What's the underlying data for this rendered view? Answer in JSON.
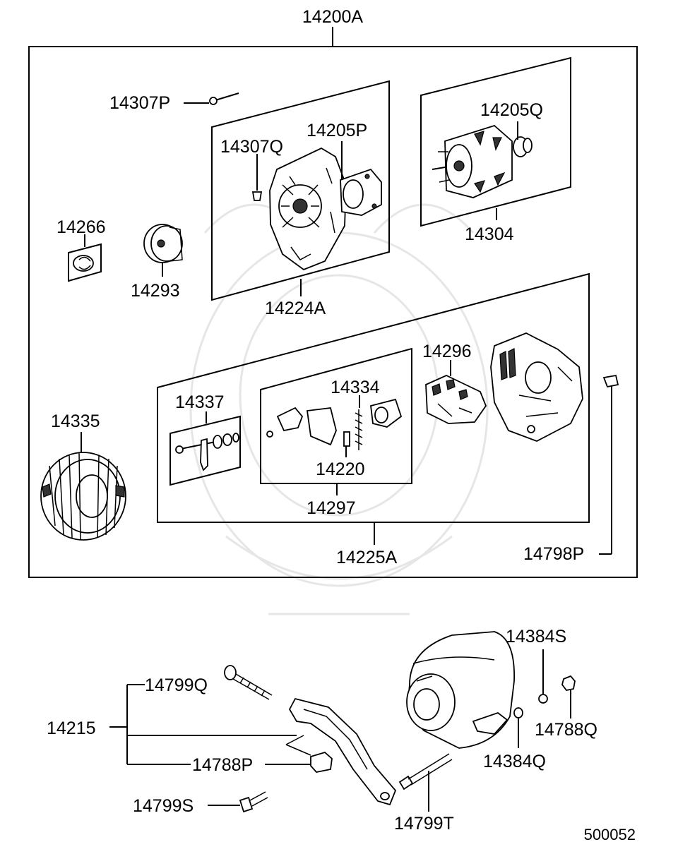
{
  "diagram": {
    "assembly_label": "14200A",
    "sheet_number": "500052",
    "labels": {
      "p14307P": "14307P",
      "p14307Q": "14307Q",
      "p14205P": "14205P",
      "p14205Q": "14205Q",
      "p14266": "14266",
      "p14293": "14293",
      "p14224A": "14224A",
      "p14304": "14304",
      "p14296": "14296",
      "p14334": "14334",
      "p14337": "14337",
      "p14335": "14335",
      "p14220": "14220",
      "p14297": "14297",
      "p14225A": "14225A",
      "p14798P": "14798P",
      "p14384S": "14384S",
      "p14799Q": "14799Q",
      "p14215": "14215",
      "p14788Q": "14788Q",
      "p14788P": "14788P",
      "p14384Q": "14384Q",
      "p14799S": "14799S",
      "p14799T": "14799T"
    }
  }
}
